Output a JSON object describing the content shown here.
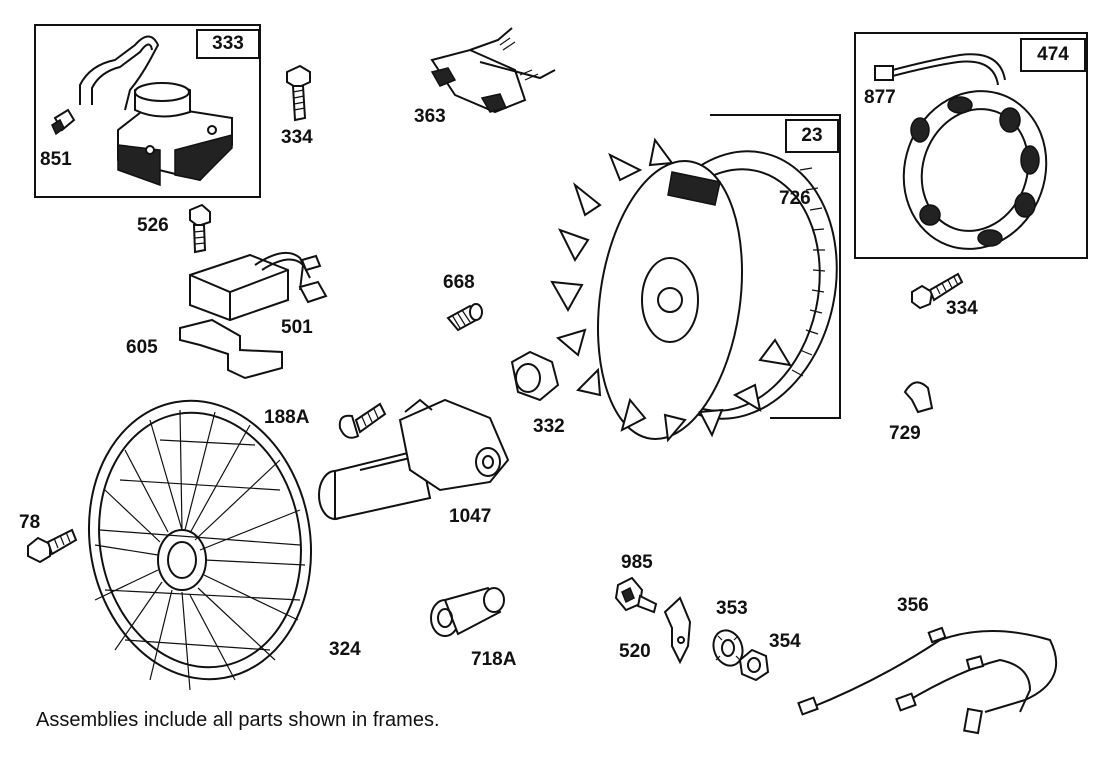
{
  "diagram": {
    "footnote": "Assemblies include all parts shown in frames.",
    "frames": [
      {
        "id": "333"
      },
      {
        "id": "474"
      },
      {
        "id": "23"
      }
    ],
    "parts": {
      "p851": "851",
      "p334a": "334",
      "p363": "363",
      "p877": "877",
      "p726": "726",
      "p526": "526",
      "p501": "501",
      "p668": "668",
      "p605": "605",
      "p334b": "334",
      "p188A": "188A",
      "p332": "332",
      "p729": "729",
      "p1047": "1047",
      "p78": "78",
      "p985": "985",
      "p353": "353",
      "p356": "356",
      "p354": "354",
      "p520": "520",
      "p324": "324",
      "p718A": "718A"
    }
  }
}
